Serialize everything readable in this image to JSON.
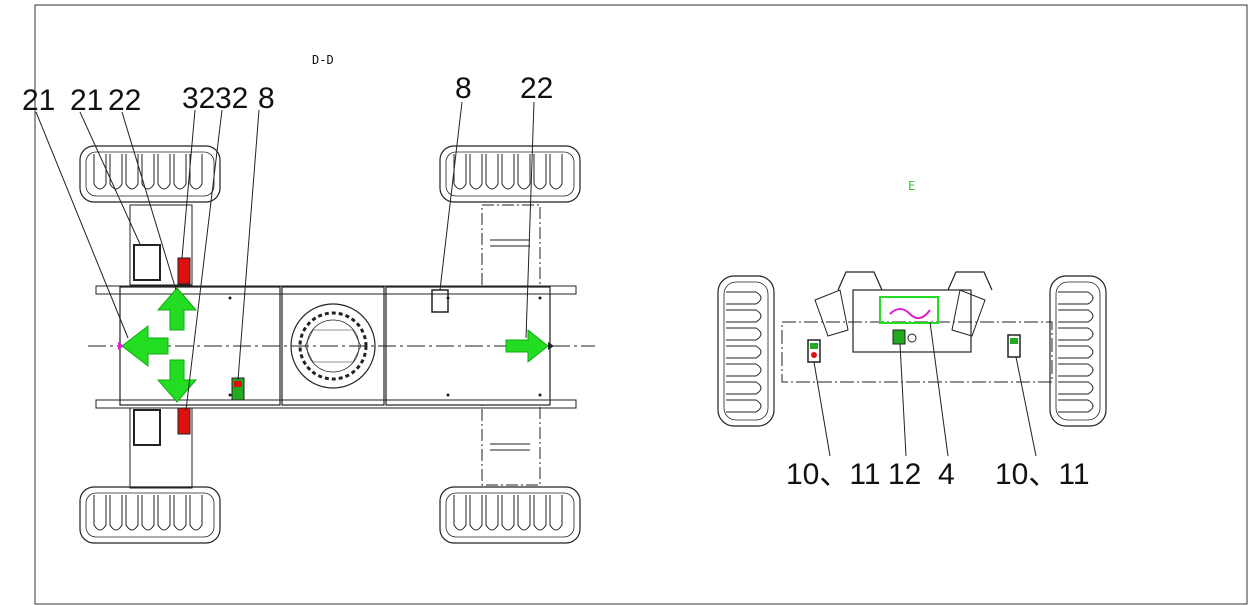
{
  "colors": {
    "ink": "#222222",
    "arrow": "#22dd22",
    "accent_magenta": "#e01fd0",
    "accent_red": "#e01010",
    "green_text": "#33cc33"
  },
  "left_view": {
    "section_label": "D-D",
    "callouts": [
      "21",
      "21",
      "22",
      "32",
      "32",
      "8",
      "8",
      "22"
    ]
  },
  "right_view": {
    "view_label": "E",
    "callouts": [
      "10、11",
      "12",
      "4",
      "10、11"
    ]
  }
}
